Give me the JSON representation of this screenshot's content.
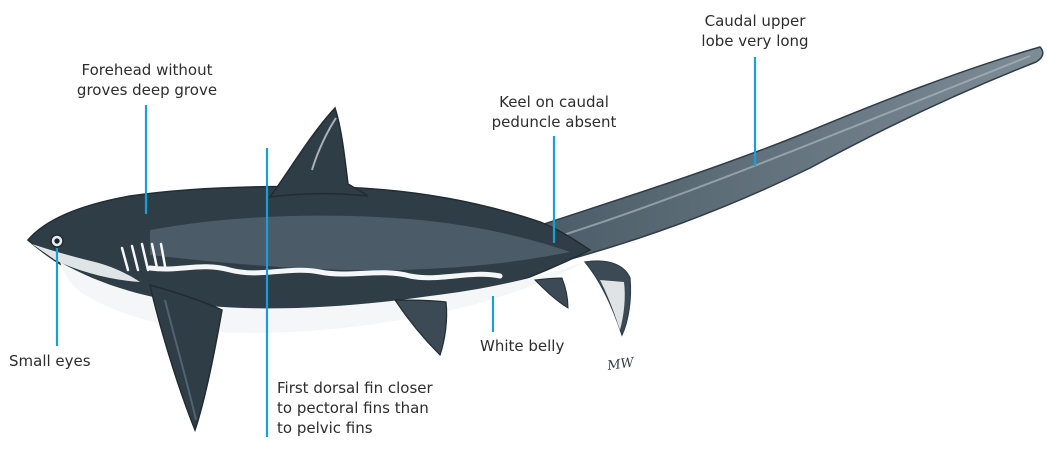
{
  "diagram": {
    "labels": {
      "forehead": [
        "Forehead without",
        "groves deep grove"
      ],
      "caudal_upper_lobe": [
        "Caudal upper",
        "lobe very long"
      ],
      "keel": [
        "Keel on caudal",
        "peduncle absent"
      ],
      "small_eyes": [
        "Small eyes"
      ],
      "white_belly": [
        "White belly"
      ],
      "first_dorsal": [
        "First dorsal fin closer",
        "to pectoral fins than",
        "to pelvic fins"
      ]
    },
    "signature": "MW",
    "colors": {
      "leader_line": "#1a9ed8",
      "body_dark": "#2f3d47",
      "body_mid": "#4f606b",
      "belly": "#f4f6f7",
      "text": "#2d2d2d"
    }
  }
}
